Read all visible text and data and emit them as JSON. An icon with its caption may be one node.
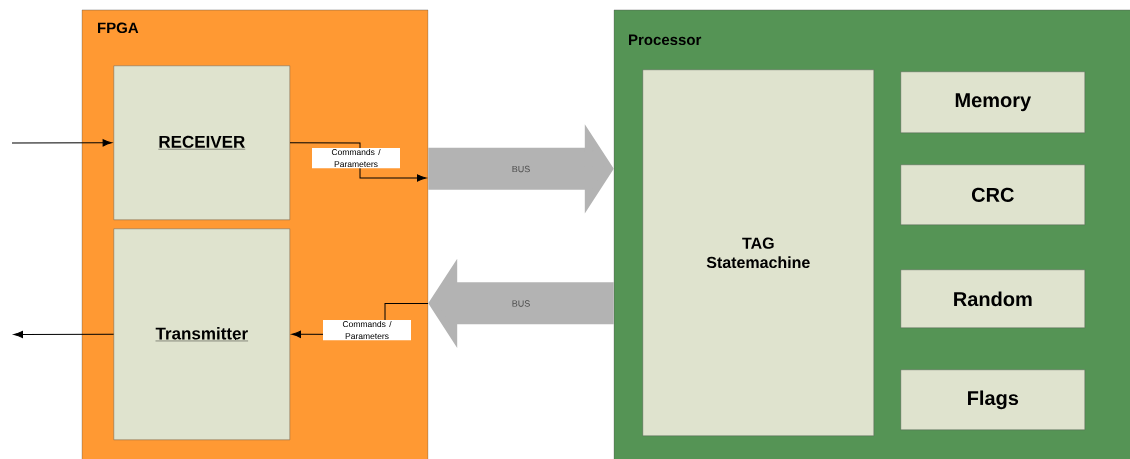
{
  "diagram": {
    "nodes": [
      {
        "text": [
          "FPGA"
        ]
      },
      {
        "text": [
          "RECEIVER"
        ],
        "in": 0
      },
      {
        "text": [
          "Transmitter"
        ],
        "in": 0
      },
      {
        "text": [
          "Processor"
        ]
      },
      {
        "text": [
          "TAG Statemachine"
        ],
        "in": 3
      },
      {
        "text": [
          "Memory"
        ],
        "in": 3
      },
      {
        "text": [
          "CRC"
        ],
        "in": 3
      },
      {
        "text": [
          "Random"
        ],
        "in": 3
      },
      {
        "text": [
          "Flags"
        ],
        "in": 3
      }
    ],
    "edges": [
      {
        "from": null,
        "to": 1,
        "arrow": "to"
      },
      {
        "from": 2,
        "to": null,
        "arrow": "to"
      },
      {
        "from": 1,
        "to": null,
        "arrow": "to",
        "label": "Commands / Parameters"
      },
      {
        "from": null,
        "to": 2,
        "arrow": "to",
        "label": "Commands / Parameters"
      },
      {
        "from": 0,
        "to": 3,
        "arrow": "to",
        "label": "BUS",
        "style": "thick",
        "color": "#b3b3b3"
      },
      {
        "from": 3,
        "to": 0,
        "arrow": "to",
        "label": "BUS",
        "style": "thick",
        "color": "#b3b3b3"
      }
    ]
  }
}
